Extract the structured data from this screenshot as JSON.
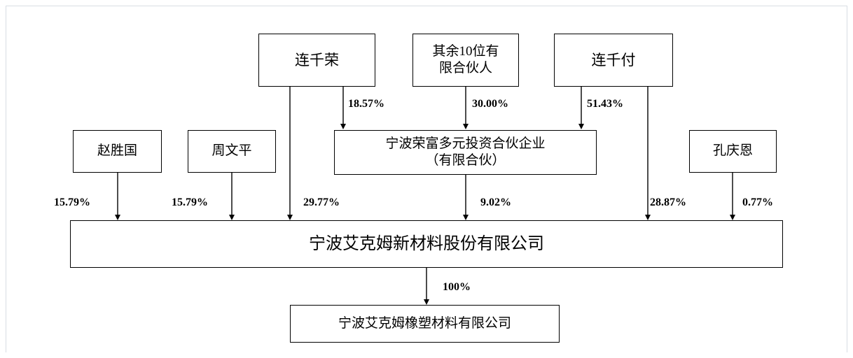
{
  "diagram": {
    "type": "ownership-structure-chart",
    "nodes": [
      {
        "id": "lianqianrong",
        "label": "连千荣"
      },
      {
        "id": "other10lp",
        "label": "其余10位有\n限合伙人"
      },
      {
        "id": "lianqianfu",
        "label": "连千付"
      },
      {
        "id": "zhaoshengguo",
        "label": "赵胜国"
      },
      {
        "id": "zhouwenping",
        "label": "周文平"
      },
      {
        "id": "ningborongfu",
        "label": "宁波荣富多元投资合伙企业\n（有限合伙）"
      },
      {
        "id": "kongqingen",
        "label": "孔庆恩"
      },
      {
        "id": "aikemu",
        "label": "宁波艾克姆新材料股份有限公司"
      },
      {
        "id": "aikemuxiangsu",
        "label": "宁波艾克姆橡塑材料有限公司"
      }
    ],
    "edges": [
      {
        "from": "lianqianrong",
        "to": "ningborongfu",
        "percent": "18.57%"
      },
      {
        "from": "other10lp",
        "to": "ningborongfu",
        "percent": "30.00%"
      },
      {
        "from": "lianqianfu",
        "to": "ningborongfu",
        "percent": "51.43%"
      },
      {
        "from": "zhaoshengguo",
        "to": "aikemu",
        "percent": "15.79%"
      },
      {
        "from": "zhouwenping",
        "to": "aikemu",
        "percent": "15.79%"
      },
      {
        "from": "lianqianrong",
        "to": "aikemu",
        "percent": "29.77%"
      },
      {
        "from": "ningborongfu",
        "to": "aikemu",
        "percent": "9.02%"
      },
      {
        "from": "lianqianfu",
        "to": "aikemu",
        "percent": "28.87%"
      },
      {
        "from": "kongqingen",
        "to": "aikemu",
        "percent": "0.77%"
      },
      {
        "from": "aikemu",
        "to": "aikemuxiangsu",
        "percent": "100%"
      }
    ]
  }
}
